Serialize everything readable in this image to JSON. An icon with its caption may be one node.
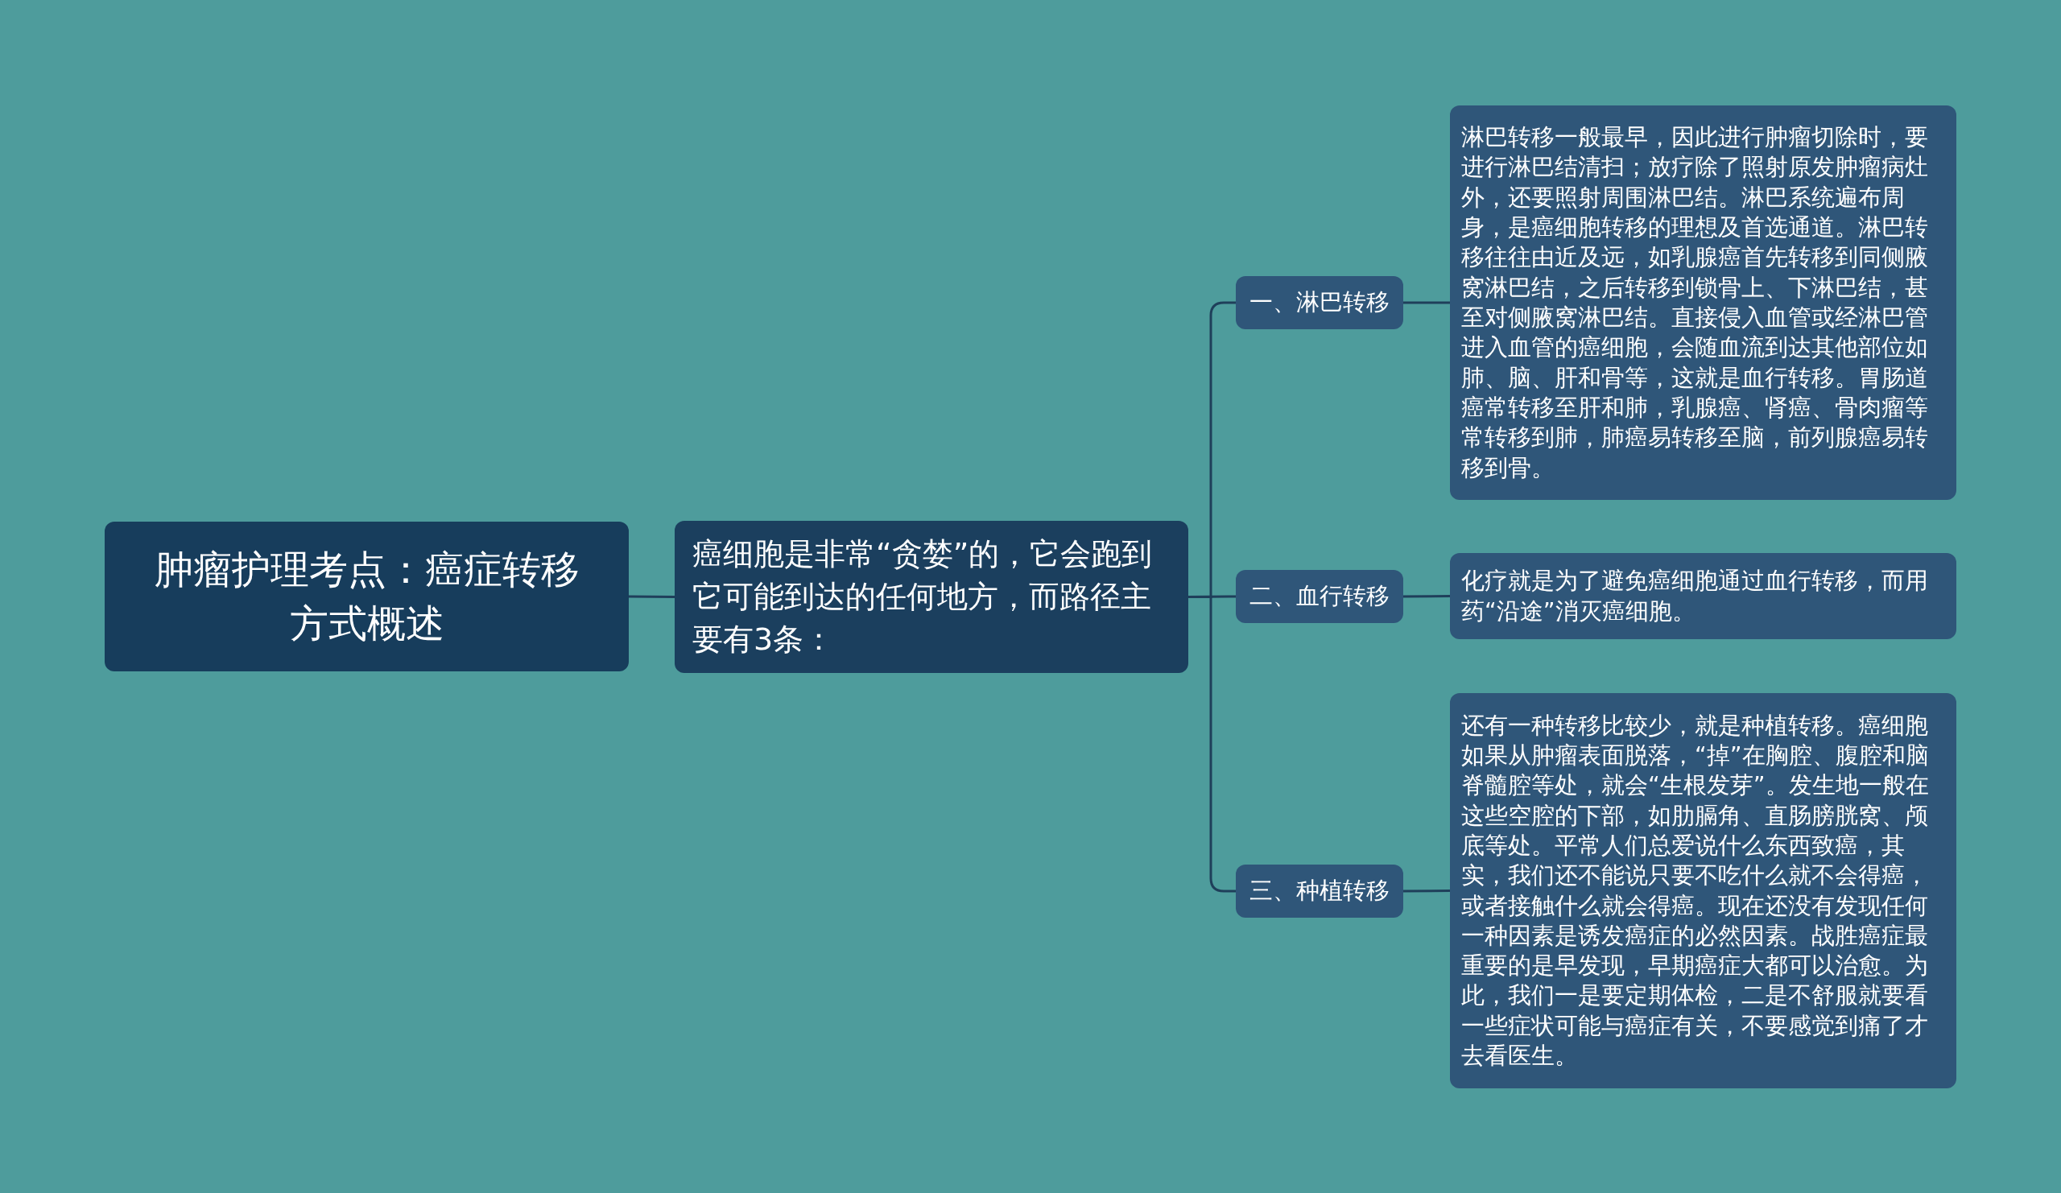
{
  "diagram": {
    "nodes": [
      {
        "text": [
          "肿瘤护理考点：癌症转移方式概述"
        ]
      },
      {
        "text": [
          "癌细胞是非常“贪婪”的，它会跑到它可能到达的任何地方，而路径主要有3条："
        ]
      },
      {
        "text": [
          "一、淋巴转移"
        ]
      },
      {
        "text": [
          "二、血行转移"
        ]
      },
      {
        "text": [
          "三、种植转移"
        ]
      },
      {
        "text": [
          "淋巴转移一般最早，因此进行肿瘤切除时，要进行淋巴结清扫；放疗除了照射原发肿瘤病灶外，还要照射周围淋巴结。淋巴系统遍布周身，是癌细胞转移的理想及首选通道。淋巴转移往往由近及远，如乳腺癌首先转移到同侧腋窝淋巴结，之后转移到锁骨上、下淋巴结，甚至对侧腋窝淋巴结。直接侵入血管或经淋巴管进入血管的癌细胞，会随血流到达其他部位如肺、脑、肝和骨等，这就是血行转移。胃肠道癌常转移至肝和肺，乳腺癌、肾癌、骨肉瘤等常转移到肺，肺癌易转移至脑，前列腺癌易转移到骨。"
        ]
      },
      {
        "text": [
          "化疗就是为了避免癌细胞通过血行转移，而用药“沿途”消灭癌细胞。"
        ]
      },
      {
        "text": [
          "还有一种转移比较少，就是种植转移。癌细胞如果从肿瘤表面脱落，“掉”在胸腔、腹腔和脑脊髓腔等处，就会“生根发芽”。发生地一般在这些空腔的下部，如肋膈角、直肠膀胱窝、颅底等处。平常人们总爱说什么东西致癌，其实，我们还不能说只要不吃什么就不会得癌，或者接触什么就会得癌。现在还没有发现任何一种因素是诱发癌症的必然因素。战胜癌症最重要的是早发现，早期癌症大都可以治愈。为此，我们一是要定期体检，二是不舒服就要看一些症状可能与癌症有关，不要感觉到痛了才去看医生。"
        ]
      }
    ],
    "edges": [
      {
        "from": 0,
        "to": 1,
        "arrow": "none"
      },
      {
        "from": 1,
        "to": 2,
        "arrow": "none"
      },
      {
        "from": 1,
        "to": 3,
        "arrow": "none"
      },
      {
        "from": 1,
        "to": 4,
        "arrow": "none"
      },
      {
        "from": 2,
        "to": 5,
        "arrow": "none"
      },
      {
        "from": 3,
        "to": 6,
        "arrow": "none"
      },
      {
        "from": 4,
        "to": 7,
        "arrow": "none"
      }
    ]
  }
}
